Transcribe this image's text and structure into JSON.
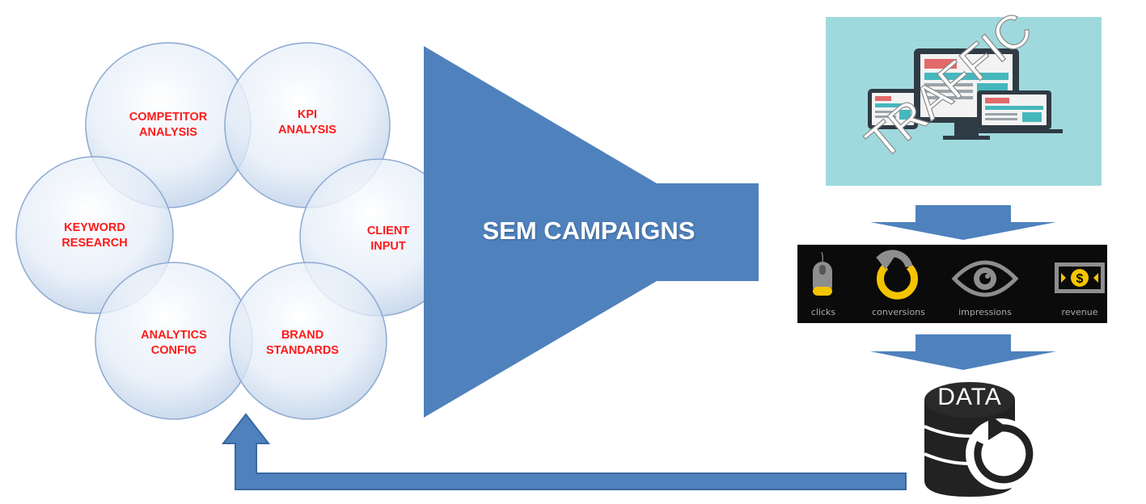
{
  "circles": [
    {
      "id": "competitor",
      "lines": [
        "COMPETITOR",
        "ANALYSIS"
      ]
    },
    {
      "id": "kpi",
      "lines": [
        "KPI",
        "ANALYSIS"
      ]
    },
    {
      "id": "keyword",
      "lines": [
        "KEYWORD",
        "RESEARCH"
      ]
    },
    {
      "id": "client",
      "lines": [
        "CLIENT",
        "INPUT"
      ]
    },
    {
      "id": "analytics",
      "lines": [
        "ANALYTICS",
        "CONFIG"
      ]
    },
    {
      "id": "brand",
      "lines": [
        "BRAND",
        "STANDARDS"
      ]
    }
  ],
  "funnel_label": "SEM CAMPAIGNS",
  "traffic_label": "TRAFFIC",
  "metrics": [
    {
      "label": "clicks",
      "icon": "mouse-icon"
    },
    {
      "label": "conversions",
      "icon": "cycle-arrow-icon"
    },
    {
      "label": "impressions",
      "icon": "eye-icon"
    },
    {
      "label": "revenue",
      "icon": "dollar-bill-icon"
    }
  ],
  "data_label": "DATA",
  "colors": {
    "funnel_blue": "#4f81bd",
    "circle_text": "#ff1a1a",
    "traffic_bg": "#9fd9dd",
    "metrics_bg": "#0b0b0b",
    "conversion_yellow": "#f5c400"
  }
}
